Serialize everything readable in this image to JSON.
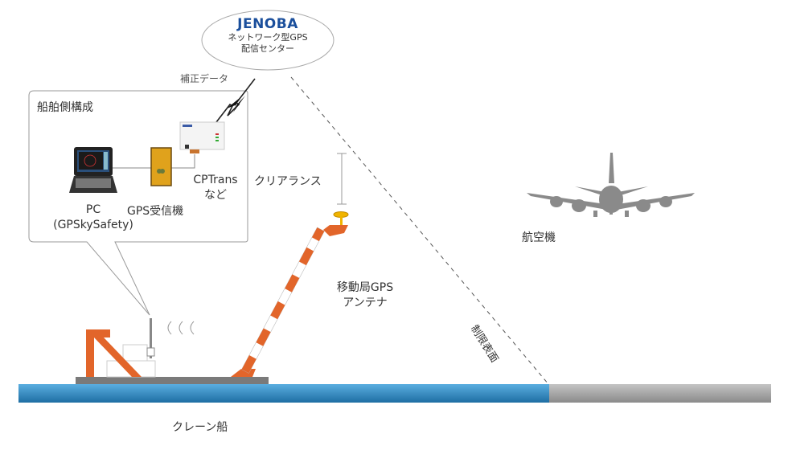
{
  "server": {
    "logo": "JENOBA",
    "line1": "ネットワーク型GPS",
    "line2": "配信センター"
  },
  "correction_label": "補正データ",
  "ship_config": {
    "title": "船舶側構成",
    "pc_label_1": "PC",
    "pc_label_2": "(GPSkySafety)",
    "receiver_label": "GPS受信機",
    "cptrans_label_1": "CPTrans",
    "cptrans_label_2": "など"
  },
  "clearance_label": "クリアランス",
  "antenna_label_1": "移動局GPS",
  "antenna_label_2": "アンテナ",
  "surface_label": "制限表面",
  "aircraft_label": "航空機",
  "crane_ship_label": "クレーン船",
  "colors": {
    "water": "#3a8fcb",
    "runway": "#a8a8a8",
    "crane_orange": "#e2652a",
    "deck": "#7a7a7a",
    "aircraft": "#8a8a8a",
    "antenna_yellow": "#f0b400",
    "brand_blue": "#1b4f9c"
  }
}
